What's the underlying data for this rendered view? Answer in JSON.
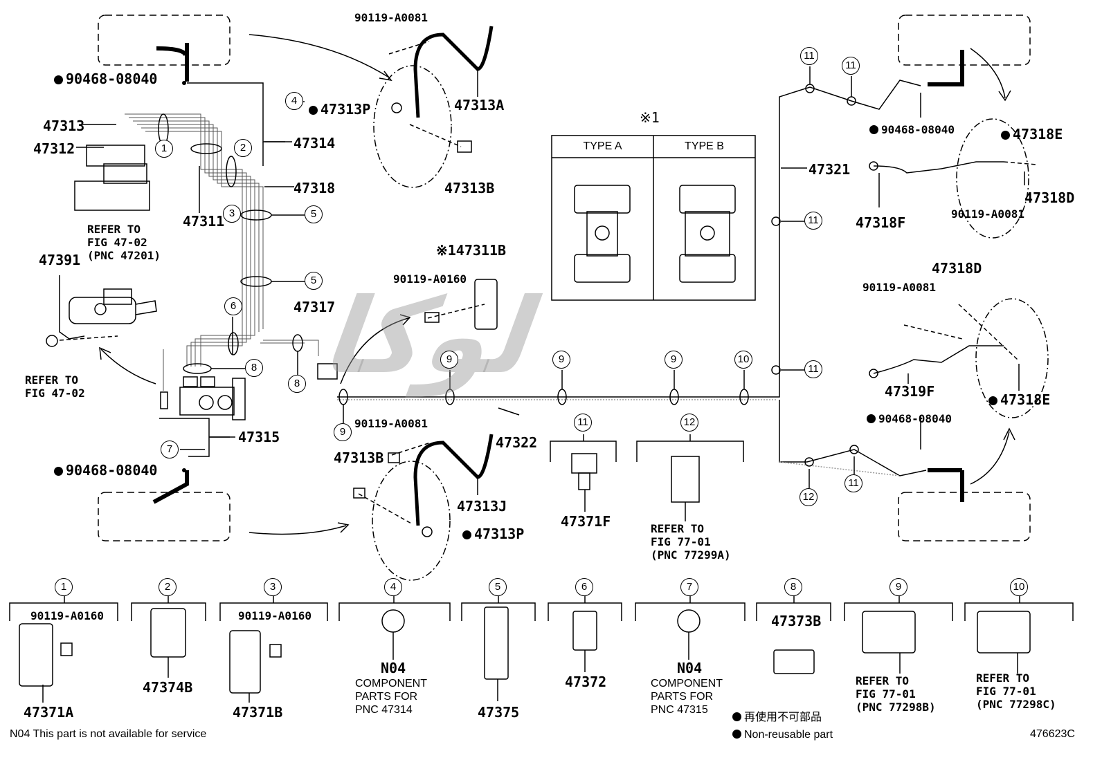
{
  "labels": {
    "l_90468_top": "90468-08040",
    "l_47313": "47313",
    "l_47312": "47312",
    "l_47311": "47311",
    "l_47314": "47314",
    "l_47318": "47318",
    "refer_47201": "REFER TO\nFIG 47-02\n(PNC 47201)",
    "l_47391": "47391",
    "refer_4702": "REFER TO\nFIG 47-02",
    "l_47317": "47317",
    "l_47315": "47315",
    "l_90468_bottom": "90468-08040",
    "l_90119_a0081_top": "90119-A0081",
    "l_47313p_top": "47313P",
    "l_47313a": "47313A",
    "l_47313b_top": "47313B",
    "l_47311b": "※147311B",
    "l_90119_a0160": "90119-A0160",
    "l_90119_a0081_bottom": "90119-A0081",
    "l_47322": "47322",
    "l_47313b_bottom": "47313B",
    "l_47313j": "47313J",
    "l_47313p_bottom": "47313P",
    "l_47371f": "47371F",
    "refer_77299a": "REFER TO\nFIG 77-01\n(PNC 77299A)",
    "l_47321": "47321",
    "l_90468_right_top": "90468-08040",
    "l_47318e_top": "47318E",
    "l_47318d_top": "47318D",
    "l_47318f": "47318F",
    "l_90119_a0081_right_top": "90119-A0081",
    "l_47318d_bottom": "47318D",
    "l_90119_a0081_right_bottom": "90119-A0081",
    "l_47319f": "47319F",
    "l_47318e_bottom": "47318E",
    "l_90468_right_bottom": "90468-08040"
  },
  "type_table": {
    "note_mark": "※1",
    "type_a": "TYPE A",
    "type_b": "TYPE B"
  },
  "callouts": {
    "c1": "1",
    "c2": "2",
    "c3": "3",
    "c4": "4",
    "c5": "5",
    "c6": "6",
    "c7": "7",
    "c8": "8",
    "c9": "9",
    "c10": "10",
    "c11": "11",
    "c12": "12"
  },
  "legend": {
    "l1_bolt": "90119-A0160",
    "l1_part": "47371A",
    "l2_part": "47374B",
    "l3_bolt": "90119-A0160",
    "l3_part": "47371B",
    "l4_code": "N04",
    "l4_note": "COMPONENT\nPARTS FOR\nPNC 47314",
    "l5_part": "47375",
    "l6_part": "47372",
    "l7_code": "N04",
    "l7_note": "COMPONENT\nPARTS FOR\nPNC 47315",
    "l8_part": "47373B",
    "l9_ref": "REFER TO\nFIG 77-01\n(PNC 77298B)",
    "l10_ref": "REFER TO\nFIG 77-01\n(PNC 77298C)"
  },
  "footer": {
    "n04_note": "N04 This part is not available for service",
    "nonreusable_jp": "再使用不可部品",
    "nonreusable_en": "Non-reusable part",
    "figure_code": "476623C"
  }
}
